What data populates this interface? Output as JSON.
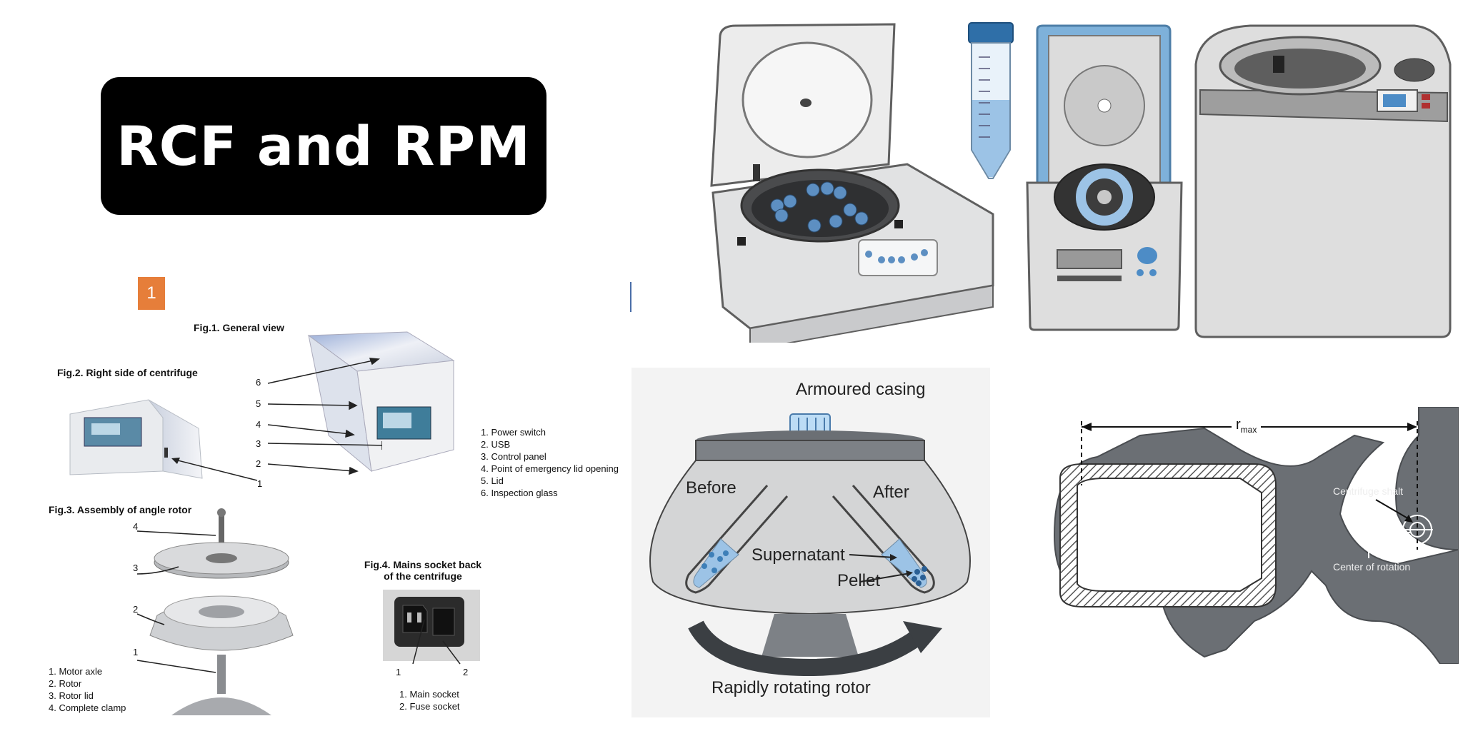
{
  "title": "RCF and RPM",
  "manual": {
    "badge": "1",
    "fig1_title": "Fig.1. General view",
    "fig2_title": "Fig.2. Right side of centrifuge",
    "fig3_title": "Fig.3. Assembly of angle rotor",
    "fig4_title_line1": "Fig.4. Mains socket back",
    "fig4_title_line2": "of the centrifuge",
    "fig1_numbers": [
      "6",
      "5",
      "4",
      "3",
      "2",
      "1"
    ],
    "fig1_legend": [
      "1. Power switch",
      "2. USB",
      "3. Control panel",
      "4. Point of emergency lid opening",
      "5. Lid",
      "6. Inspection glass"
    ],
    "fig3_numbers": [
      "4",
      "3",
      "2",
      "1"
    ],
    "fig3_legend": [
      "1. Motor axle",
      "2. Rotor",
      "3. Rotor lid",
      "4. Complete clamp"
    ],
    "fig4_numbers": [
      "1",
      "2"
    ],
    "fig4_legend": [
      "1. Main socket",
      "2. Fuse socket"
    ]
  },
  "rotor_diagram": {
    "casing_label": "Armoured casing",
    "before_label": "Before",
    "after_label": "After",
    "supernatant_label": "Supernatant",
    "pellet_label": "Pellet",
    "rotor_label": "Rapidly rotating rotor"
  },
  "radius_diagram": {
    "rmax_label": "r",
    "rmax_sub": "max",
    "shaft_label": "Centrifuge shalt",
    "center_label": "Center of rotation"
  },
  "colors": {
    "accent": "#e67e3a",
    "tube_blue": "#3d7fb8",
    "liquid_blue": "#9cc3e6",
    "rotor_gray": "#6b6f74",
    "casing_gray": "#d4d5d6"
  }
}
